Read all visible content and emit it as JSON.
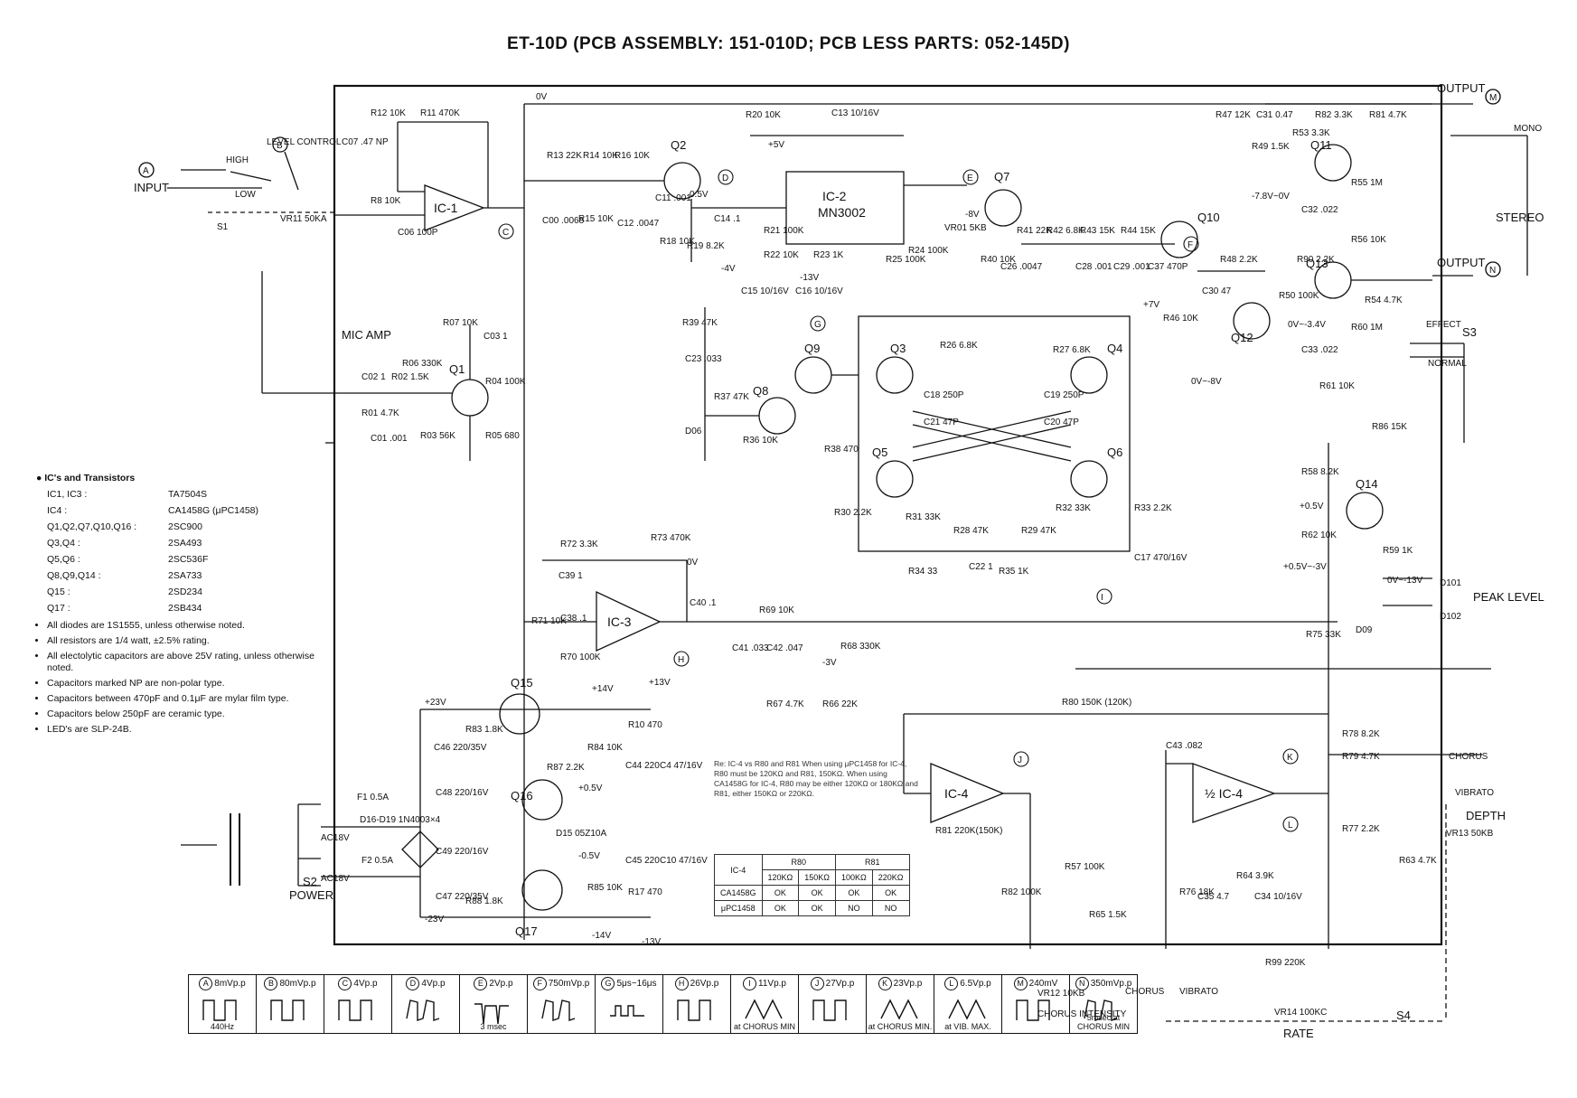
{
  "title": "ET-10D (PCB ASSEMBLY: 151-010D; PCB LESS PARTS: 052-145D)",
  "signals": {
    "input": "INPUT",
    "high": "HIGH",
    "low": "LOW",
    "s1": "S1",
    "level_control": "LEVEL CONTROL",
    "mic_amp": "MIC AMP",
    "output_m": "OUTPUT",
    "output_n": "OUTPUT",
    "mono": "MONO",
    "stereo": "STEREO",
    "effect": "EFFECT",
    "normal": "NORMAL",
    "s3": "S3",
    "peak_level": "PEAK LEVEL",
    "chorus": "CHORUS",
    "vibrato": "VIBRATO",
    "depth": "DEPTH",
    "chorus_intensity": "CHORUS INTENSITY",
    "rate": "RATE",
    "s4": "S4",
    "power": "POWER",
    "s2": "S2",
    "f1": "F1  0.5A",
    "f2": "F2  0.5A",
    "chorus_bottom": "CHORUS",
    "vibrato_bottom": "VIBRATO",
    "zero_v_top": "0V",
    "zero_v_ic3": "0V"
  },
  "ics": {
    "ic1": "IC-1",
    "ic2": "IC-2",
    "ic2_part": "MN3002",
    "ic3": "IC-3",
    "ic4a": "IC-4",
    "ic4b": "½ IC-4"
  },
  "transistors": [
    "Q1",
    "Q2",
    "Q3",
    "Q4",
    "Q5",
    "Q6",
    "Q7",
    "Q8",
    "Q9",
    "Q10",
    "Q11",
    "Q12",
    "Q13",
    "Q14",
    "Q15",
    "Q16",
    "Q17"
  ],
  "test_points": [
    "A",
    "B",
    "C",
    "D",
    "E",
    "F",
    "G",
    "H",
    "I",
    "J",
    "K",
    "L",
    "M",
    "N"
  ],
  "components": {
    "r11": "R11 470K",
    "r12": "R12 10K",
    "r8": "R8 10K",
    "c07": "C07 .47 NP",
    "c06": "C06 100P",
    "vr11": "VR11 50KA",
    "r13": "R13 22K",
    "r14": "R14 10K",
    "r16": "R16 10K",
    "r15": "R15 10K",
    "c00": "C00 .0068",
    "c12": "C12 .0047",
    "c11": "C11 .001",
    "r18": "R18 10K",
    "r20": "R20 10K",
    "c13": "C13 10/16V",
    "c14": "C14 .1",
    "r21": "R21 100K",
    "r22": "R22 10K",
    "r23": "R23 1K",
    "r19": "R19 8.2K",
    "c15": "C15 10/16V",
    "c16": "C16 10/16V",
    "r24": "R24 100K",
    "r25": "R25 100K",
    "vr01": "VR01 5KB",
    "r41": "R41 22K",
    "r42": "R42 6.8K",
    "r43": "R43 15K",
    "r44": "R44 15K",
    "c26": "C26 .0047",
    "c28": "C28 .001",
    "c29": "C29 .001",
    "c37": "C37 470P",
    "r40": "R40 10K",
    "r46": "R46 10K",
    "r48": "R48 2.2K",
    "c30": "C30 47",
    "r47": "R47 12K",
    "c31": "C31 0.47",
    "r82": "R82 3.3K",
    "r81": "R81 4.7K",
    "r49": "R49 1.5K",
    "r53": "R53 3.3K",
    "r55": "R55 1M",
    "c32": "C32 .022",
    "r56": "R56 10K",
    "r50": "R50 100K",
    "r90": "R90 2.2K",
    "r54": "R54 4.7K",
    "r60": "R60 1M",
    "c33": "C33 .022",
    "r61": "R61 10K",
    "r07": "R07 10K",
    "r06": "R06 330K",
    "c03": "C03 1",
    "r02": "R02 1.5K",
    "r04": "R04 100K",
    "c02": "C02 1",
    "r01": "R01 4.7K",
    "c01": "C01 .001",
    "r03": "R03 56K",
    "r05": "R05 680",
    "r39": "R39 47K",
    "c23": "C23 .033",
    "r37": "R37 47K",
    "r36": "R36 10K",
    "r38": "R38 470",
    "d06": "D06",
    "r26": "R26 6.8K",
    "r27": "R27 6.8K",
    "c18": "C18 250P",
    "c19": "C19 250P",
    "c21": "C21 47P",
    "c20": "C20 47P",
    "r30": "R30 2.2K",
    "r31": "R31 33K",
    "r32": "R32 33K",
    "r33": "R33 2.2K",
    "r28": "R28 47K",
    "r29": "R29 47K",
    "r34": "R34 33",
    "c22": "C22 1",
    "r35": "R35 1K",
    "c17": "C17 470/16V",
    "r72": "R72 3.3K",
    "r73": "R73 470K",
    "c39": "C39 1",
    "r71": "R71 10K",
    "c38": "C38 .1",
    "r70": "R70 100K",
    "c40": "C40 .1",
    "r69": "R69 10K",
    "c41": "C41 .033",
    "c42": "C42 .047",
    "r68": "R68 330K",
    "r67": "R67 4.7K",
    "r66": "R66 22K",
    "r86": "R86 15K",
    "r58": "R58 8.2K",
    "r62": "R62 10K",
    "r59": "R59 1K",
    "r75": "R75 33K",
    "r80": "R80 150K (120K)",
    "c43": "C43 .082",
    "r81b": "R81 220K(150K)",
    "r78": "R78 8.2K",
    "r79": "R79 4.7K",
    "r77": "R77 2.2K",
    "vr13": "VR13 50KB",
    "r63": "R63 4.7K",
    "r82b": "R82 100K",
    "r57": "R57 100K",
    "r65": "R65 1.5K",
    "vr12": "VR12 10KB",
    "r76": "R76 18K",
    "c35": "C35 4.7",
    "c34": "C34 10/16V",
    "r64": "R64 3.9K",
    "r99": "R99 220K",
    "vr14": "VR14 100KC",
    "r83": "R83 1.8K",
    "r87": "R87 2.2K",
    "r84": "R84 10K",
    "r10": "R10 470",
    "c44": "C44 220",
    "c4": "C4 47/16V",
    "c46": "C46 220/35V",
    "c48": "C48 220/16V",
    "c49": "C49 220/16V",
    "c47": "C47 220/35V",
    "r88": "R88 1.8K",
    "r85": "R85 10K",
    "r17": "R17 470",
    "c45": "C45 220",
    "c10": "C10 47/16V",
    "d15": "D15 05Z10A",
    "d16": "D16-D19 1N4003×4",
    "acv1": "AC18V",
    "acv2": "AC18V"
  },
  "voltages": {
    "p5v": "+5V",
    "m8v": "-8V",
    "m4v": "-4V",
    "m13v_ic2": "-13V",
    "p7v": "+7V",
    "m7v": "-7.8V~0V",
    "ov34": "0V~-3.4V",
    "ov8": "0V~-8V",
    "p05v": "+0.5V",
    "q14v": "+0.5V~-3V",
    "d10v": "0V~-13V",
    "m3v": "-3V",
    "p14v": "+14V",
    "p13v": "+13V",
    "m14v": "-14V",
    "m13v": "-13V",
    "p23v": "+23V",
    "m23v": "-23V",
    "p05v_b": "+0.5V",
    "m05v": "-0.5V",
    "q2v": "0.5V"
  },
  "led": {
    "d101": "D101",
    "d102": "D102",
    "d09": "D09"
  },
  "notes": {
    "header": "● IC's and Transistors",
    "devices": [
      [
        "IC1, IC3 :",
        "TA7504S"
      ],
      [
        "IC4 :",
        "CA1458G (μPC1458)"
      ],
      [
        "Q1,Q2,Q7,Q10,Q16 :",
        "2SC900"
      ],
      [
        "Q3,Q4 :",
        "2SA493"
      ],
      [
        "Q5,Q6 :",
        "2SC536F"
      ],
      [
        "Q8,Q9,Q14 :",
        "2SA733"
      ],
      [
        "Q15 :",
        "2SD234"
      ],
      [
        "Q17 :",
        "2SB434"
      ]
    ],
    "bullets": [
      "All diodes are 1S1555, unless otherwise noted.",
      "All resistors are 1/4 watt, ±2.5% rating.",
      "All electolytic capacitors are above 25V rating, unless otherwise noted.",
      "Capacitors marked NP are non-polar type.",
      "Capacitors between 470pF and 0.1μF are mylar film type.",
      "Capacitors below 250pF are ceramic type.",
      "LED's are SLP-24B."
    ]
  },
  "r80_note": "Re: IC-4 vs R80 and R81 When using μPC1458 for IC-4, R80 must be 120KΩ and R81, 150KΩ. When using CA1458G for IC-4, R80 may be either 120KΩ or 180KΩ and R81, either 150KΩ or 220KΩ.",
  "r80_table": {
    "headers": [
      "IC-4",
      "R80",
      "R81"
    ],
    "sub": [
      "120KΩ",
      "150KΩ",
      "100KΩ",
      "220KΩ"
    ],
    "rows": [
      [
        "CA1458G",
        "OK",
        "OK",
        "OK",
        "OK"
      ],
      [
        "μPC1458",
        "OK",
        "OK",
        "NO",
        "NO"
      ]
    ]
  },
  "waveforms": [
    {
      "id": "A",
      "label": "8mVp.p",
      "sub": "440Hz",
      "shape": "square"
    },
    {
      "id": "B",
      "label": "80mVp.p",
      "sub": "",
      "shape": "square"
    },
    {
      "id": "C",
      "label": "4Vp.p",
      "sub": "",
      "shape": "square"
    },
    {
      "id": "D",
      "label": "4Vp.p",
      "sub": "",
      "shape": "square-spike"
    },
    {
      "id": "E",
      "label": "2Vp.p",
      "sub": "3 msec",
      "shape": "spike"
    },
    {
      "id": "F",
      "label": "750mVp.p",
      "sub": "",
      "shape": "square-spike"
    },
    {
      "id": "G",
      "label": "5μs~16μs",
      "sub": "",
      "shape": "pulse"
    },
    {
      "id": "H",
      "label": "26Vp.p",
      "sub": "",
      "shape": "square"
    },
    {
      "id": "I",
      "label": "11Vp.p",
      "sub": "at CHORUS MIN",
      "shape": "triangle"
    },
    {
      "id": "J",
      "label": "27Vp.p",
      "sub": "",
      "shape": "square"
    },
    {
      "id": "K",
      "label": "23Vp.p",
      "sub": "at CHORUS MIN.",
      "shape": "triangle"
    },
    {
      "id": "L",
      "label": "6.5Vp.p",
      "sub": "at VIB. MAX.",
      "shape": "triangle"
    },
    {
      "id": "M",
      "label": "240mV",
      "sub": "",
      "shape": "square"
    },
    {
      "id": "N",
      "label": "350mVp.p",
      "sub": "5msec at CHORUS MIN",
      "shape": "square-spike"
    }
  ]
}
